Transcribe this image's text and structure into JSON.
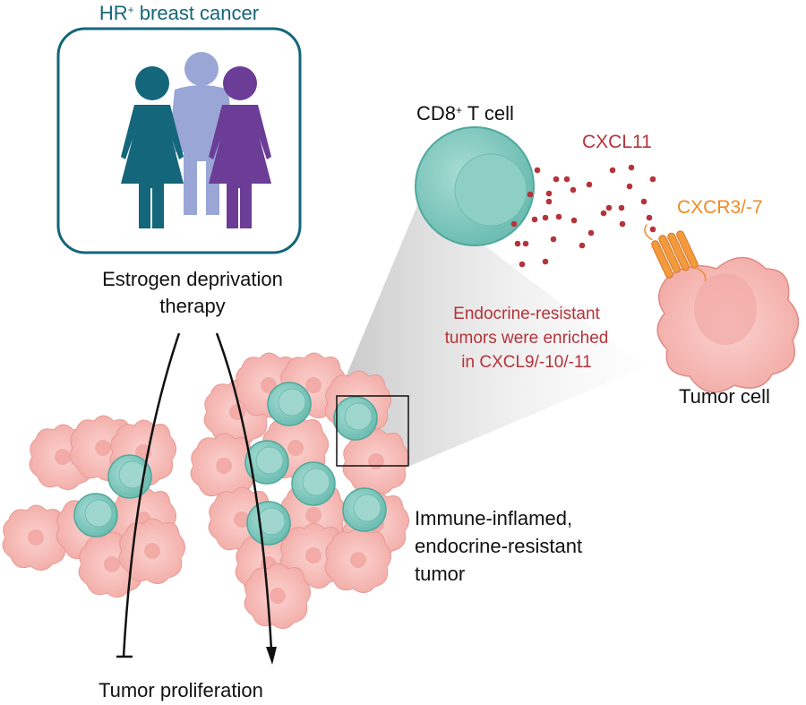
{
  "title": {
    "main": "HR",
    "sup": "+",
    "rest": " breast cancer"
  },
  "therapy_label": [
    "Estrogen deprivation",
    "therapy"
  ],
  "cd8": {
    "main": "CD8",
    "sup": "+",
    "rest": " T cell"
  },
  "chemokine_label": "CXCL11",
  "receptor_label": "CXCR3/-7",
  "enrichment_text": [
    "Endocrine-resistant",
    "tumors were enriched",
    "in CXCL9/-10/-11"
  ],
  "tumor_cell_label": "Tumor cell",
  "resistant_tumor_label": [
    "Immune-inflamed,",
    "endocrine-resistant",
    "tumor"
  ],
  "outcome_label": "Tumor proliferation",
  "colors": {
    "teal": "#14667a",
    "lavender": "#9aa6d6",
    "purple": "#6b3d96",
    "tcell": "#7ec8be",
    "tumor": "#f4b4b0",
    "red": "#b5333a",
    "orange": "#f08a24"
  }
}
